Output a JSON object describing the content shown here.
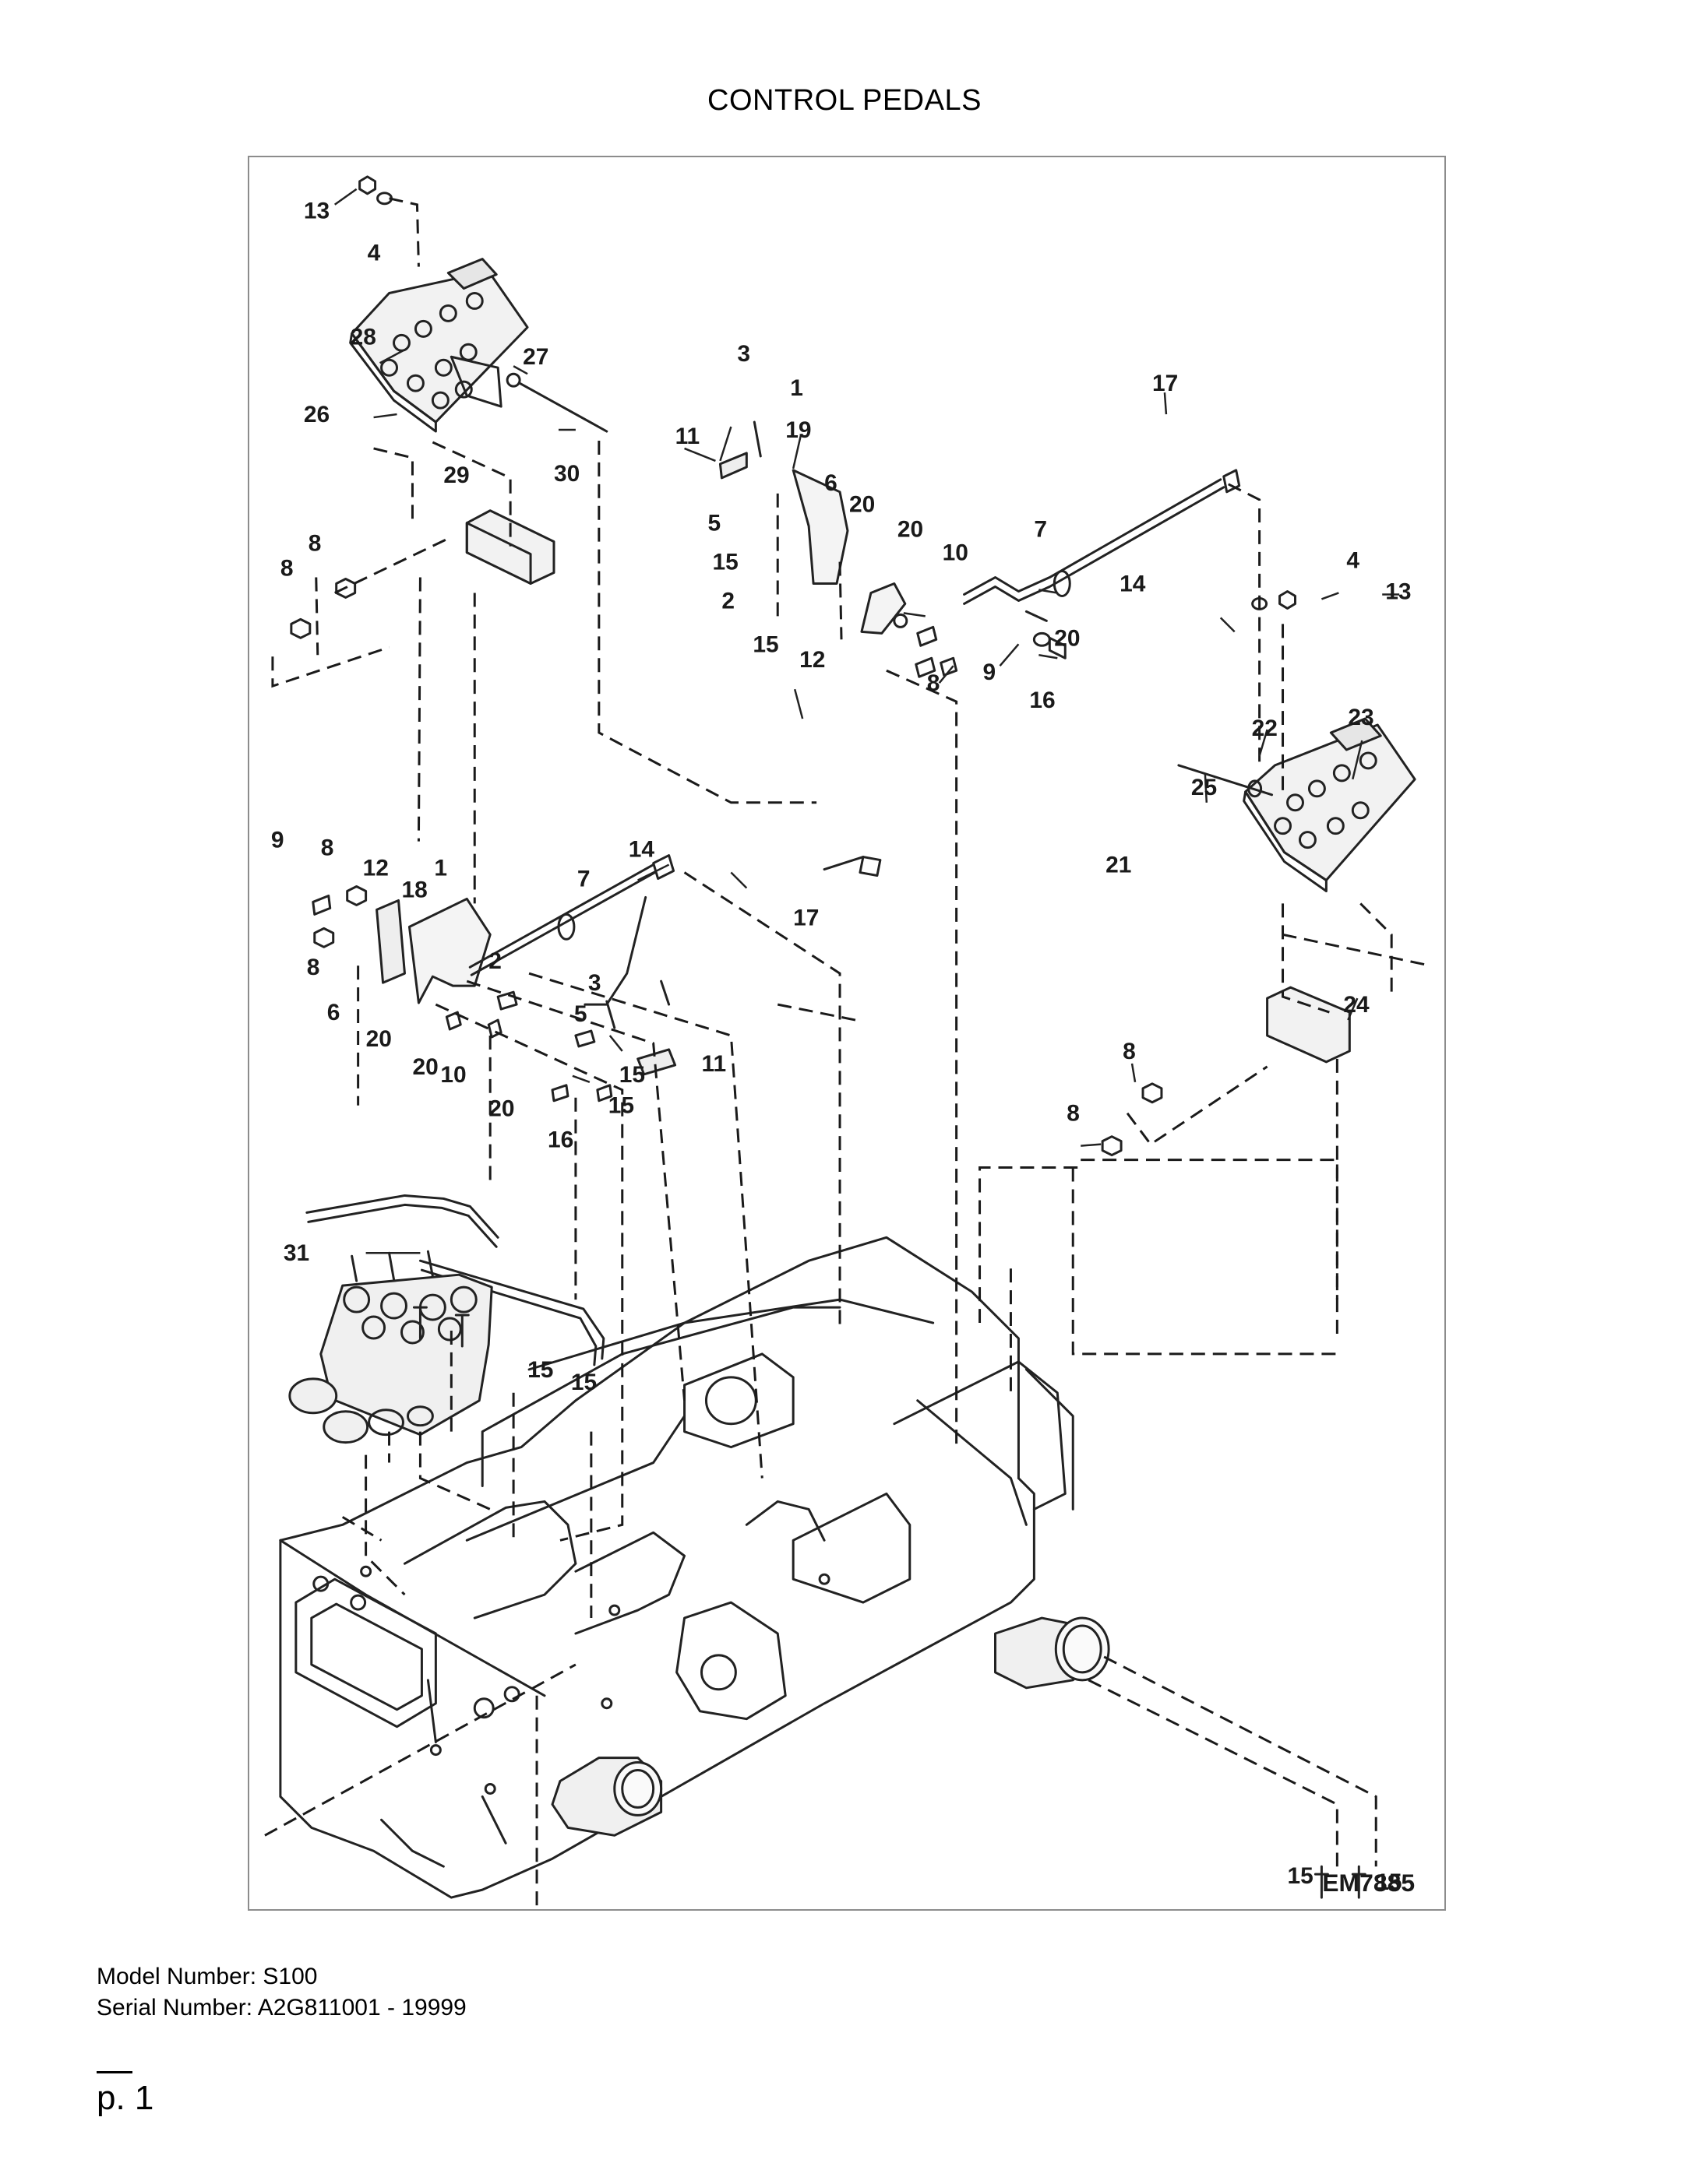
{
  "header": {
    "title": "CONTROL PEDALS"
  },
  "diagram": {
    "code": "EM7885",
    "callouts": [
      {
        "id": "c1",
        "text": "13"
      },
      {
        "id": "c2",
        "text": "4"
      },
      {
        "id": "c3",
        "text": "28"
      },
      {
        "id": "c4",
        "text": "27"
      },
      {
        "id": "c5",
        "text": "26"
      },
      {
        "id": "c6",
        "text": "30"
      },
      {
        "id": "c7",
        "text": "29"
      },
      {
        "id": "c8",
        "text": "8"
      },
      {
        "id": "c9",
        "text": "8"
      },
      {
        "id": "c10",
        "text": "3"
      },
      {
        "id": "c11",
        "text": "1"
      },
      {
        "id": "c12",
        "text": "19"
      },
      {
        "id": "c13",
        "text": "11"
      },
      {
        "id": "c14",
        "text": "6"
      },
      {
        "id": "c15",
        "text": "20"
      },
      {
        "id": "c16",
        "text": "5"
      },
      {
        "id": "c17",
        "text": "20"
      },
      {
        "id": "c18",
        "text": "10"
      },
      {
        "id": "c19",
        "text": "15"
      },
      {
        "id": "c20",
        "text": "2"
      },
      {
        "id": "c21",
        "text": "15"
      },
      {
        "id": "c22",
        "text": "12"
      },
      {
        "id": "c23",
        "text": "8"
      },
      {
        "id": "c24",
        "text": "9"
      },
      {
        "id": "c25",
        "text": "17"
      },
      {
        "id": "c26",
        "text": "7"
      },
      {
        "id": "c27",
        "text": "14"
      },
      {
        "id": "c28",
        "text": "20"
      },
      {
        "id": "c29",
        "text": "16"
      },
      {
        "id": "c30",
        "text": "4"
      },
      {
        "id": "c31",
        "text": "13"
      },
      {
        "id": "c32",
        "text": "22"
      },
      {
        "id": "c33",
        "text": "23"
      },
      {
        "id": "c34",
        "text": "25"
      },
      {
        "id": "c35",
        "text": "21"
      },
      {
        "id": "c36",
        "text": "24"
      },
      {
        "id": "c37",
        "text": "8"
      },
      {
        "id": "c38",
        "text": "8"
      },
      {
        "id": "c39",
        "text": "9"
      },
      {
        "id": "c40",
        "text": "8"
      },
      {
        "id": "c41",
        "text": "12"
      },
      {
        "id": "c42",
        "text": "1"
      },
      {
        "id": "c43",
        "text": "18"
      },
      {
        "id": "c44",
        "text": "7"
      },
      {
        "id": "c45",
        "text": "14"
      },
      {
        "id": "c46",
        "text": "17"
      },
      {
        "id": "c47",
        "text": "8"
      },
      {
        "id": "c48",
        "text": "2"
      },
      {
        "id": "c49",
        "text": "3"
      },
      {
        "id": "c50",
        "text": "6"
      },
      {
        "id": "c51",
        "text": "5"
      },
      {
        "id": "c52",
        "text": "20"
      },
      {
        "id": "c53",
        "text": "20"
      },
      {
        "id": "c54",
        "text": "10"
      },
      {
        "id": "c55",
        "text": "15"
      },
      {
        "id": "c56",
        "text": "11"
      },
      {
        "id": "c57",
        "text": "20"
      },
      {
        "id": "c58",
        "text": "15"
      },
      {
        "id": "c59",
        "text": "16"
      },
      {
        "id": "c60",
        "text": "31"
      },
      {
        "id": "c61",
        "text": "15"
      },
      {
        "id": "c62",
        "text": "15"
      },
      {
        "id": "c63",
        "text": "15"
      },
      {
        "id": "c64",
        "text": "15"
      }
    ]
  },
  "footer": {
    "model_label": "Model Number: S100",
    "serial_label": "Serial Number: A2G811001 - 19999",
    "page": "p. 1"
  }
}
